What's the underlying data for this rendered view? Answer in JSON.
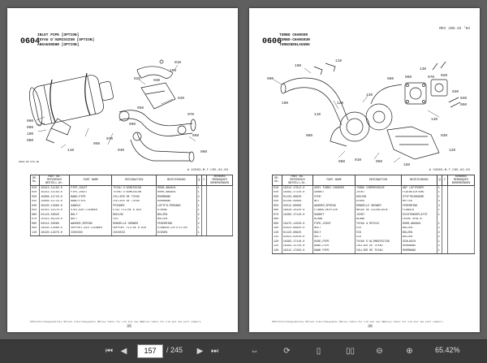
{
  "left_page": {
    "section_number": "0604",
    "titles": [
      "INLET PIPE [OPTION]",
      "TUYAU D'ADMISSION [OPTION]",
      "ANSAUGROHR [OPTION]"
    ],
    "callouts": [
      "010",
      "020",
      "030",
      "040",
      "050",
      "060",
      "070",
      "080",
      "090",
      "100",
      "110",
      "050",
      "040",
      "060",
      "070",
      "080",
      "090",
      "100"
    ],
    "figure_code": "A V2003-M-T-C05-02-03",
    "diagram_tiny_code": "0604-00 0TA-00",
    "page_number": "35",
    "footer_note": "PFP=Interchangeability OP=not interchangeable  NP=see table for old and new  SEE=see table for old and new part numbers",
    "headers": [
      "RE.\nNo.",
      "PART No.\nREFERENCE\nBESTELL-Nr.",
      "PART NAME",
      "DESIGNATION",
      "BEZEICHNUNG",
      "Q",
      "C",
      "REMARKS\nREMARQUES\nBEMERKUNGEN"
    ],
    "rows": [
      [
        "010",
        "1G312-11182-0",
        "PIPE,INLET",
        "TUYAU D'ADMISSION",
        "ROHR,ANSAUG",
        "1",
        "",
        ""
      ],
      [
        "020",
        "1G312-11193-0",
        "PIPE,INLET",
        "TUYAU D'ADMISSION",
        "ROHR,ANSAUG",
        "1",
        "",
        ""
      ],
      [
        "030",
        "1G806-11723-0",
        "BAND,PIPE",
        "COLLIER DE TUYAU",
        "ROHRBAND",
        "4",
        "",
        ""
      ],
      [
        "035",
        "1G806-11723-0",
        "BAND,PIPE",
        "COLLIER DE TUYAU",
        "ROHRBAND",
        "2",
        "",
        ""
      ],
      [
        "040",
        "28420-12690-0",
        "HANDLE",
        "POIGNEE",
        "LUFTFILTERHAND",
        "1",
        "",
        ""
      ],
      [
        "050",
        "15415-11570-0",
        "STAY,AIR CLEANER",
        "ETAI FILTRE A AIR",
        "STREBE",
        "1",
        "",
        ""
      ],
      [
        "060",
        "01123-50820",
        "BOLT",
        "BOULON",
        "BOLZEN",
        "2",
        "",
        ""
      ],
      [
        "070",
        "15415-61234-0",
        "BOLT",
        "VIS",
        "BOLZEN",
        "2",
        "",
        ""
      ],
      [
        "080",
        "04512-50080",
        "WASHER,SPRING",
        "RONDELLE GROWER",
        "FEDERRING",
        "2",
        "",
        ""
      ],
      [
        "090",
        "28420-12880-0",
        "SUPPORT,AIR CLEANER",
        "SUPPORT FILTRE A AIR",
        "STANDER,LUFTFILTER",
        "1",
        "",
        ""
      ],
      [
        "110",
        "28420-12970-0",
        "CUSHION",
        "COUSSIN",
        "KISSEN",
        "1",
        "",
        ""
      ]
    ]
  },
  "right_page": {
    "section_number": "0606",
    "titles": [
      "TURBO CHARGER",
      "TURBO-CHARGEUR",
      "TURBINENLADUNG"
    ],
    "revision": "REV JUN.15 '04",
    "callouts": [
      "010",
      "020",
      "030",
      "040",
      "050",
      "060",
      "070",
      "080",
      "090",
      "100",
      "110",
      "120",
      "130",
      "140",
      "150",
      "030",
      "050",
      "060",
      "080",
      "100",
      "110",
      "120",
      "130"
    ],
    "figure_code": "A V2003-M-T-C05-02-03",
    "page_number": "36",
    "footer_note": "PFP=Interchangeability OP=not interchangeable  NP=see table for old and new  SEE=see table for old and new part numbers",
    "headers": [
      "RE.\nNo.",
      "PART No.\nREFERENCE\nBESTELL-Nr.",
      "PART NAME",
      "DESIGNATION",
      "BEZEICHNUNG",
      "Q",
      "C",
      "REMARKS\nREMARQUES\nBEMERKUNGEN"
    ],
    "rows": [
      [
        "010",
        "1G312-17012-0",
        "ASSY TURBO CHARGER",
        "TURBO COMPRESSEUR",
        "ABT LUFTPUMPE",
        "1",
        "",
        ""
      ],
      [
        "020",
        "16483-17110-0",
        "GASKET",
        "JOINT",
        "FLACHDICHTUNG",
        "1",
        "",
        ""
      ],
      [
        "030",
        "01133-60820",
        "STUD",
        "GOUJON",
        "STIFTSCHRAUBE",
        "1",
        "",
        ""
      ],
      [
        "040",
        "02156-50080",
        "NUT",
        "ECROU",
        "MUTTER",
        "4",
        "",
        ""
      ],
      [
        "050",
        "04512-60080",
        "WASHER,SPRING",
        "RONDELLE GROWER",
        "FEDERRING",
        "4",
        "",
        ""
      ],
      [
        "060",
        "16628-15320-0",
        "FLANGE,MUFFLER",
        "BRIDE DE SILENCIEUX",
        "FLANSCH",
        "1",
        "",
        ""
      ],
      [
        "070",
        "16483-17110-0",
        "GASKET",
        "JOINT",
        "DICHTUNGSPLATTE",
        "1",
        "",
        ""
      ],
      [
        "080",
        "",
        "BLANK",
        "BLANK",
        "LEERE SPALTE",
        "",
        "",
        ""
      ],
      [
        "090",
        "1G475-11530-0",
        "PIPE,JOINT",
        "TUYAU A ROTULE",
        "ROHR,ANSAUG",
        "1",
        "",
        ""
      ],
      [
        "100",
        "01023-60850-0",
        "BOLT",
        "VIS",
        "BOLZEN",
        "2",
        "",
        ""
      ],
      [
        "110",
        "01123-60825",
        "BOLT",
        "VIS",
        "BOLZEN",
        "2",
        "",
        ""
      ],
      [
        "115",
        "02023-61010-6",
        "BOLT",
        "VIS",
        "BOLZEN",
        "2",
        "",
        ""
      ],
      [
        "120",
        "16483-17110-0",
        "HOSE,PIPE",
        "TUYAU D'ALIMENTATION",
        "SCHLAUCH",
        "1",
        "",
        ""
      ],
      [
        "125",
        "16483-11720-0",
        "BAND,PIPE",
        "COLLIER DE TUYAU",
        "ROHRBAND",
        "2",
        "",
        ""
      ],
      [
        "130",
        "1G312-17250-0",
        "BAND PIPE",
        "COLLIER DE TUYAU",
        "ROHRBAND",
        "1",
        "",
        ""
      ]
    ]
  },
  "toolbar": {
    "current_page": "157",
    "total_pages": "/ 245",
    "zoom": "65.42%"
  }
}
